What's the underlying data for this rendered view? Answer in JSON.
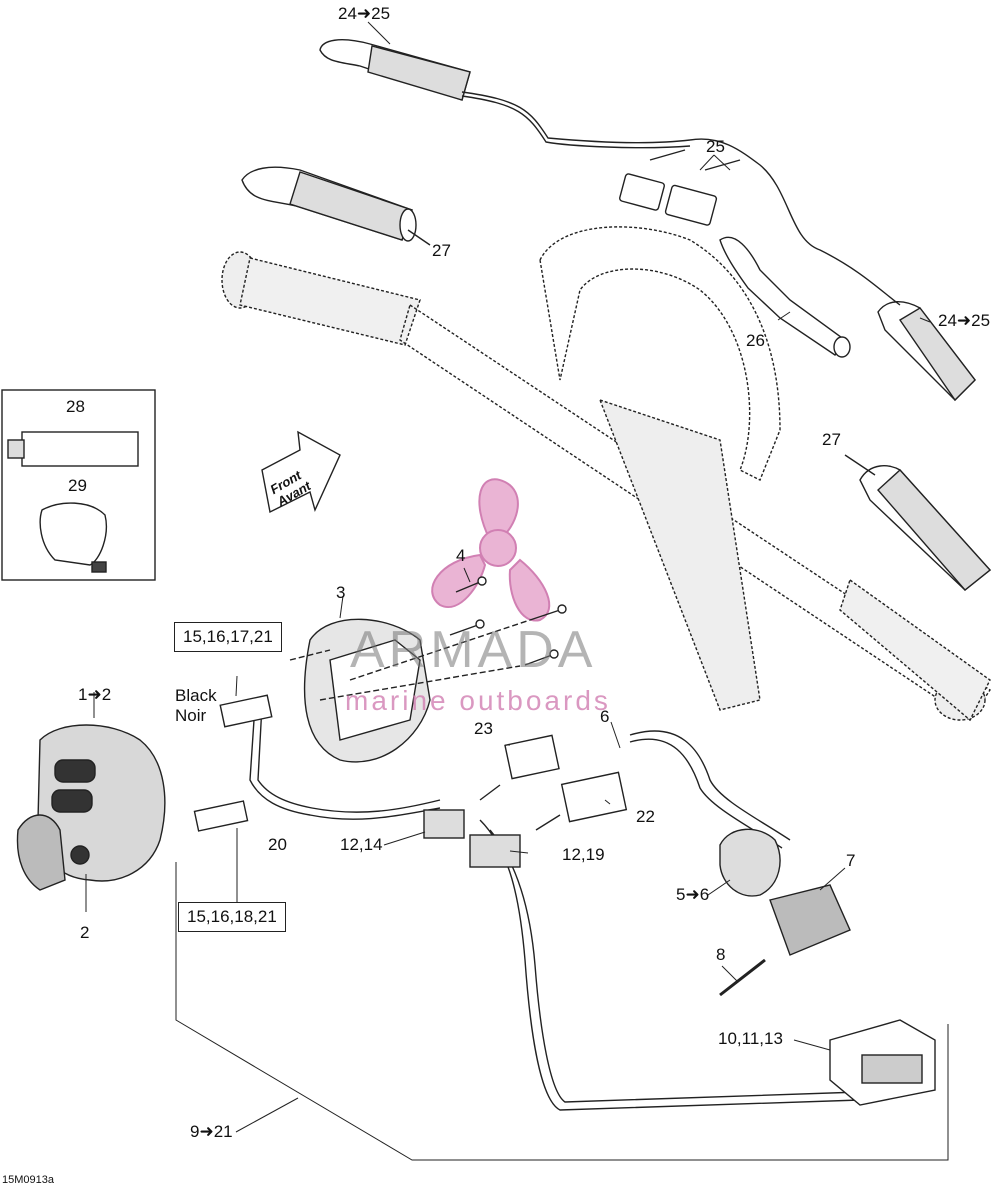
{
  "diagram_code": "15M0913a",
  "front_label": {
    "en": "Front",
    "fr": "Avant"
  },
  "connector_color": {
    "en": "Black",
    "fr": "Noir"
  },
  "watermark": {
    "brand": "ARMADA",
    "tagline": "marine outboards",
    "color": "#d27fb2"
  },
  "callouts": {
    "c1": "1➜2",
    "c2": "2",
    "c3": "3",
    "c4": "4",
    "c5": "5➜6",
    "c6": "6",
    "c7": "7",
    "c8": "8",
    "c9": "9➜21",
    "c10": "10,11,13",
    "c12a": "12,14",
    "c12b": "12,19",
    "c20": "20",
    "c22": "22",
    "c23": "23",
    "c24a": "24➜25",
    "c24b": "24➜25",
    "c25": "25",
    "c26": "26",
    "c27a": "27",
    "c27b": "27",
    "c28": "28",
    "c29": "29"
  },
  "boxed_callouts": {
    "top": "15,16,17,21",
    "bottom": "15,16,18,21"
  }
}
